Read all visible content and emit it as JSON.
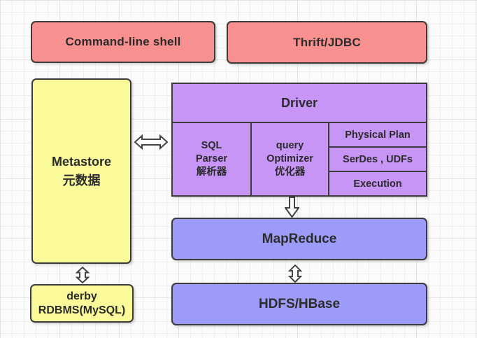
{
  "colors": {
    "pink": "#F99090",
    "yellow": "#FAFA9B",
    "purple": "#C795F6",
    "blue": "#9C9BF8",
    "border": "#3B3B3B",
    "arrow_outline": "#444444",
    "arrow_fill": "#FFFFFF",
    "text": "#2B2B2B"
  },
  "nodes": {
    "cli": {
      "label": "Command-line shell"
    },
    "thrift": {
      "label": "Thrift/JDBC"
    },
    "metastore": {
      "line1": "Metastore",
      "line2": "元数据"
    },
    "driver": {
      "label": "Driver"
    },
    "sql_parser": {
      "lines": [
        "SQL",
        "Parser",
        "解析器"
      ]
    },
    "query_optimizer": {
      "lines": [
        "query",
        "Optimizer",
        "优化器"
      ]
    },
    "physical_plan": {
      "label": "Physical Plan"
    },
    "serdes": {
      "label": "SerDes , UDFs"
    },
    "execution": {
      "label": "Execution"
    },
    "mapreduce": {
      "label": "MapReduce"
    },
    "hdfs": {
      "label": "HDFS/HBase"
    },
    "derby": {
      "line1": "derby",
      "line2": "RDBMS(MySQL)"
    }
  },
  "arrows": [
    {
      "name": "metastore-driver",
      "type": "double-horizontal"
    },
    {
      "name": "driver-mapreduce",
      "type": "down"
    },
    {
      "name": "mapreduce-hdfs",
      "type": "double-vertical"
    },
    {
      "name": "metastore-derby",
      "type": "double-vertical"
    }
  ]
}
